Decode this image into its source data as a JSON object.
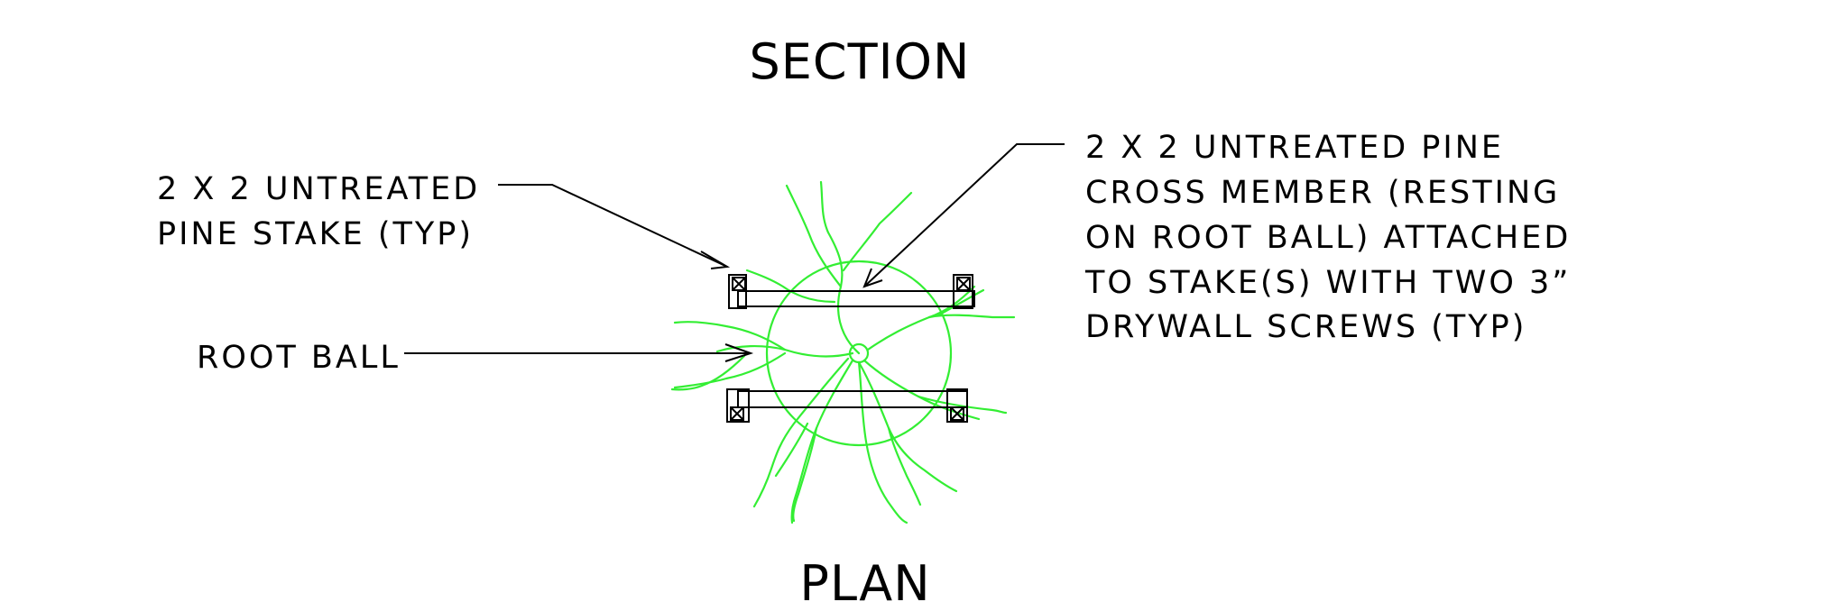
{
  "titles": {
    "section": "SECTION",
    "plan": "PLAN"
  },
  "labels": {
    "stake": [
      "2  X  2  UNTREATED",
      "PINE  STAKE  (TYP)"
    ],
    "root_ball": "ROOT  BALL",
    "cross_member": [
      "2  X  2  UNTREATED  PINE",
      "CROSS  MEMBER  (RESTING",
      "ON   ROOT  BALL) ATTACHED",
      "TO   STAKE(S) WITH  TWO   3”",
      "DRYWALL SCREWS    (TYP)"
    ]
  },
  "colors": {
    "linework": "#000000",
    "roots": "#33ee33"
  }
}
